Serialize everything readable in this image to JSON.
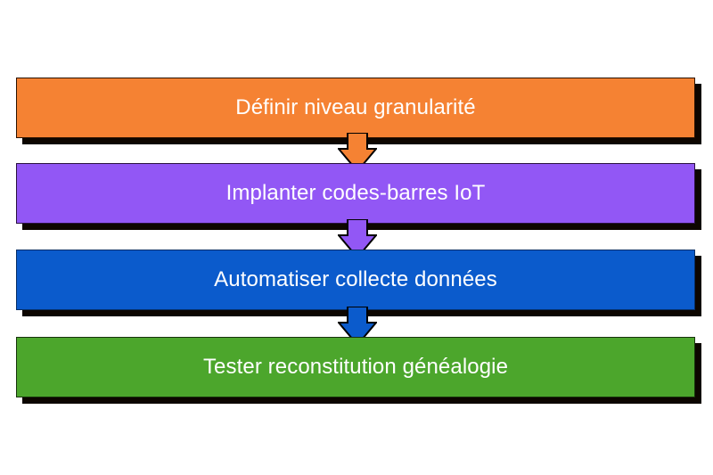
{
  "diagram": {
    "type": "vertical-process-flow",
    "title": "",
    "background_color": "#ffffff",
    "text_color": "#ffffff",
    "shadow_color": "#0d0600",
    "steps": [
      {
        "index": 1,
        "label": "Définir niveau granularité",
        "fill": "#F58233",
        "stroke": "#2b1200",
        "name": "step-definir-niveau-granularite"
      },
      {
        "index": 2,
        "label": "Implanter codes-barres IoT",
        "fill": "#9257F5",
        "stroke": "#2a1040",
        "name": "step-implanter-codes-barres-iot"
      },
      {
        "index": 3,
        "label": "Automatiser collecte données",
        "fill": "#0B5BCC",
        "stroke": "#062e66",
        "name": "step-automatiser-collecte-donnees"
      },
      {
        "index": 4,
        "label": "Tester reconstitution généalogie",
        "fill": "#4CA62C",
        "stroke": "#17330c",
        "name": "step-tester-reconstitution-genealogie"
      }
    ],
    "connectors": [
      {
        "index": 1,
        "from_step": 1,
        "to_step": 2,
        "fill": "#F58233",
        "stroke": "#000000",
        "icon": "arrow-down-icon"
      },
      {
        "index": 2,
        "from_step": 2,
        "to_step": 3,
        "fill": "#9257F5",
        "stroke": "#000000",
        "icon": "arrow-down-icon"
      },
      {
        "index": 3,
        "from_step": 3,
        "to_step": 4,
        "fill": "#0B5BCC",
        "stroke": "#000000",
        "icon": "arrow-down-icon"
      }
    ]
  }
}
